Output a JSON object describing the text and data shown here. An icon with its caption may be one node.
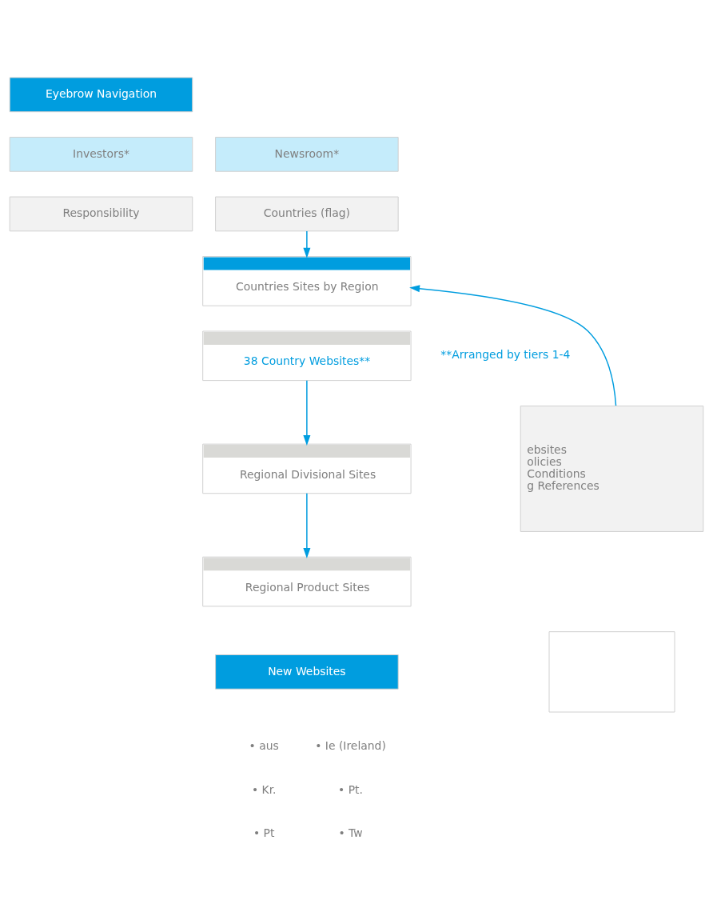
{
  "diagram": {
    "nodes": [
      {
        "text": [
          "Eyebrow Navigation"
        ]
      },
      {
        "text": [
          "Investors*"
        ]
      },
      {
        "text": [
          "Newsroom*"
        ]
      },
      {
        "text": [
          "Responsibility"
        ]
      },
      {
        "text": [
          "Countries (flag)"
        ]
      },
      {
        "text": [
          "Countries Sites by Region"
        ]
      },
      {
        "text": [
          "38 Country Websites**"
        ],
        "beside": [
          "**Arranged by tiers 1-4"
        ]
      },
      {
        "text": [
          "Regional Divisional Sites"
        ]
      },
      {
        "text": [
          "Regional Product Sites"
        ]
      },
      {
        "text": [
          "ebsites",
          "olicies",
          "Conditions",
          "g References"
        ]
      },
      {
        "text": [
          "New Websites"
        ]
      },
      {
        "text": [],
        "shape": "box"
      }
    ],
    "edges": [
      {
        "from": 4,
        "to": 5,
        "arrow": "to"
      },
      {
        "from": 9,
        "to": 5,
        "arrow": "to"
      },
      {
        "from": 6,
        "to": 7,
        "arrow": "to"
      },
      {
        "from": 7,
        "to": 8,
        "arrow": "to"
      }
    ],
    "labels": [
      "• aus",
      "• Ie (Ireland)",
      "• Kr.",
      "• Pt.",
      "• Pt",
      "• Tw"
    ]
  }
}
